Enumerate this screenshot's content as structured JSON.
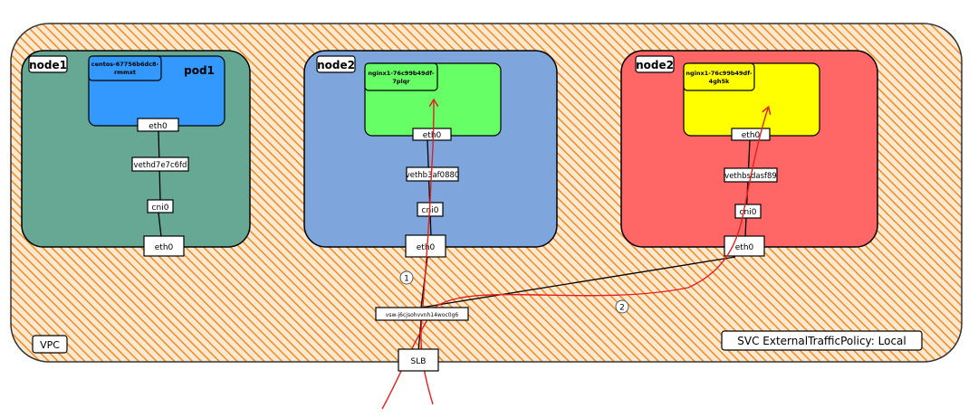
{
  "vpc": {
    "label": "VPC",
    "fill": "#f5a243"
  },
  "policy_label": "SVC ExternalTrafficPolicy: Local",
  "nodes": [
    {
      "label": "node1",
      "color": "#66a894",
      "pod": {
        "name": "centos-67756b6dc8-rmmxt",
        "extra_label": "pod1",
        "color": "#3399ff"
      },
      "pod_eth": "eth0",
      "veth": "vethd7e7c6fd",
      "cni": "cni0",
      "node_eth": "eth0"
    },
    {
      "label": "node2",
      "color": "#7ea6dc",
      "pod": {
        "name": "nginx1-76c99b49df-7plqr",
        "extra_label": "",
        "color": "#66ff66"
      },
      "pod_eth": "eth0",
      "veth": "vethb3af0880",
      "cni": "cni0",
      "node_eth": "eth0"
    },
    {
      "label": "node2",
      "color": "#ff6666",
      "pod": {
        "name": "nginx1-76c99b49df-4gh5k",
        "extra_label": "",
        "color": "#ffff00"
      },
      "pod_eth": "eth0",
      "veth": "vethbsdasf89",
      "cni": "cni0",
      "node_eth": "eth0"
    }
  ],
  "vsw_label": "vsw-j6cjsohvvnh14woc0g6",
  "slb_label": "SLB",
  "markers": [
    "1",
    "2"
  ],
  "arrow_color": "#e02020"
}
